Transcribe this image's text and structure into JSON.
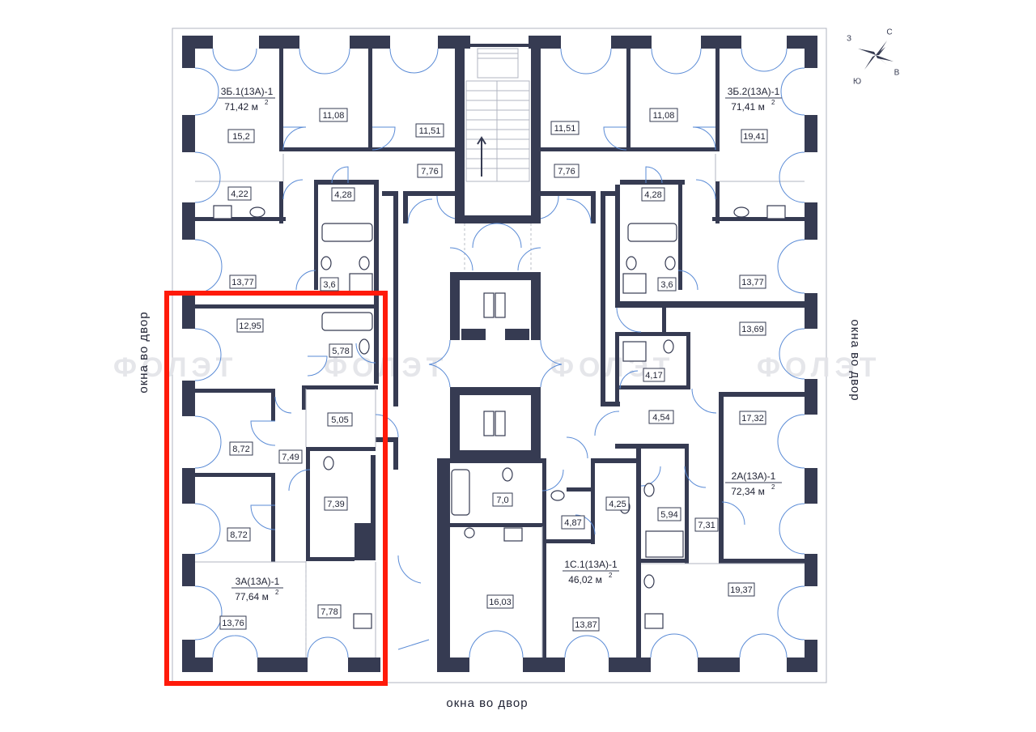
{
  "labels": {
    "window_left": "окна во двор",
    "window_right": "окна во двор",
    "window_bottom": "окна во двор"
  },
  "compass": {
    "n": "С",
    "w": "З",
    "e": "В",
    "s": "Ю"
  },
  "watermark": "ФОЛЭТ",
  "apartments": [
    {
      "code": "3Б.1(13А)-1",
      "area": "71,42"
    },
    {
      "code": "3Б.2(13А)-1",
      "area": "71,41"
    },
    {
      "code": "3А(13А)-1",
      "area": "77,64"
    },
    {
      "code": "1С.1(13А)-1",
      "area": "46,02"
    },
    {
      "code": "2А(13А)-1",
      "area": "72,34"
    }
  ],
  "area_unit": "м",
  "area_unit_sup": "2",
  "rooms": [
    "15,2",
    "11,08",
    "11,51",
    "11,51",
    "11,08",
    "19,41",
    "4,22",
    "7,76",
    "7,76",
    "4,28",
    "4,28",
    "13,77",
    "3,6",
    "3,6",
    "13,77",
    "12,95",
    "5,78",
    "13,69",
    "4,17",
    "5,05",
    "4,54",
    "17,32",
    "8,72",
    "7,49",
    "7,39",
    "7,0",
    "4,25",
    "5,94",
    "8,72",
    "4,87",
    "7,31",
    "13,76",
    "7,78",
    "16,03",
    "13,87",
    "19,37"
  ],
  "highlight": {
    "color": "#ff1a0a"
  },
  "colors": {
    "wall": "#363b52",
    "door": "#5a8bd6"
  }
}
